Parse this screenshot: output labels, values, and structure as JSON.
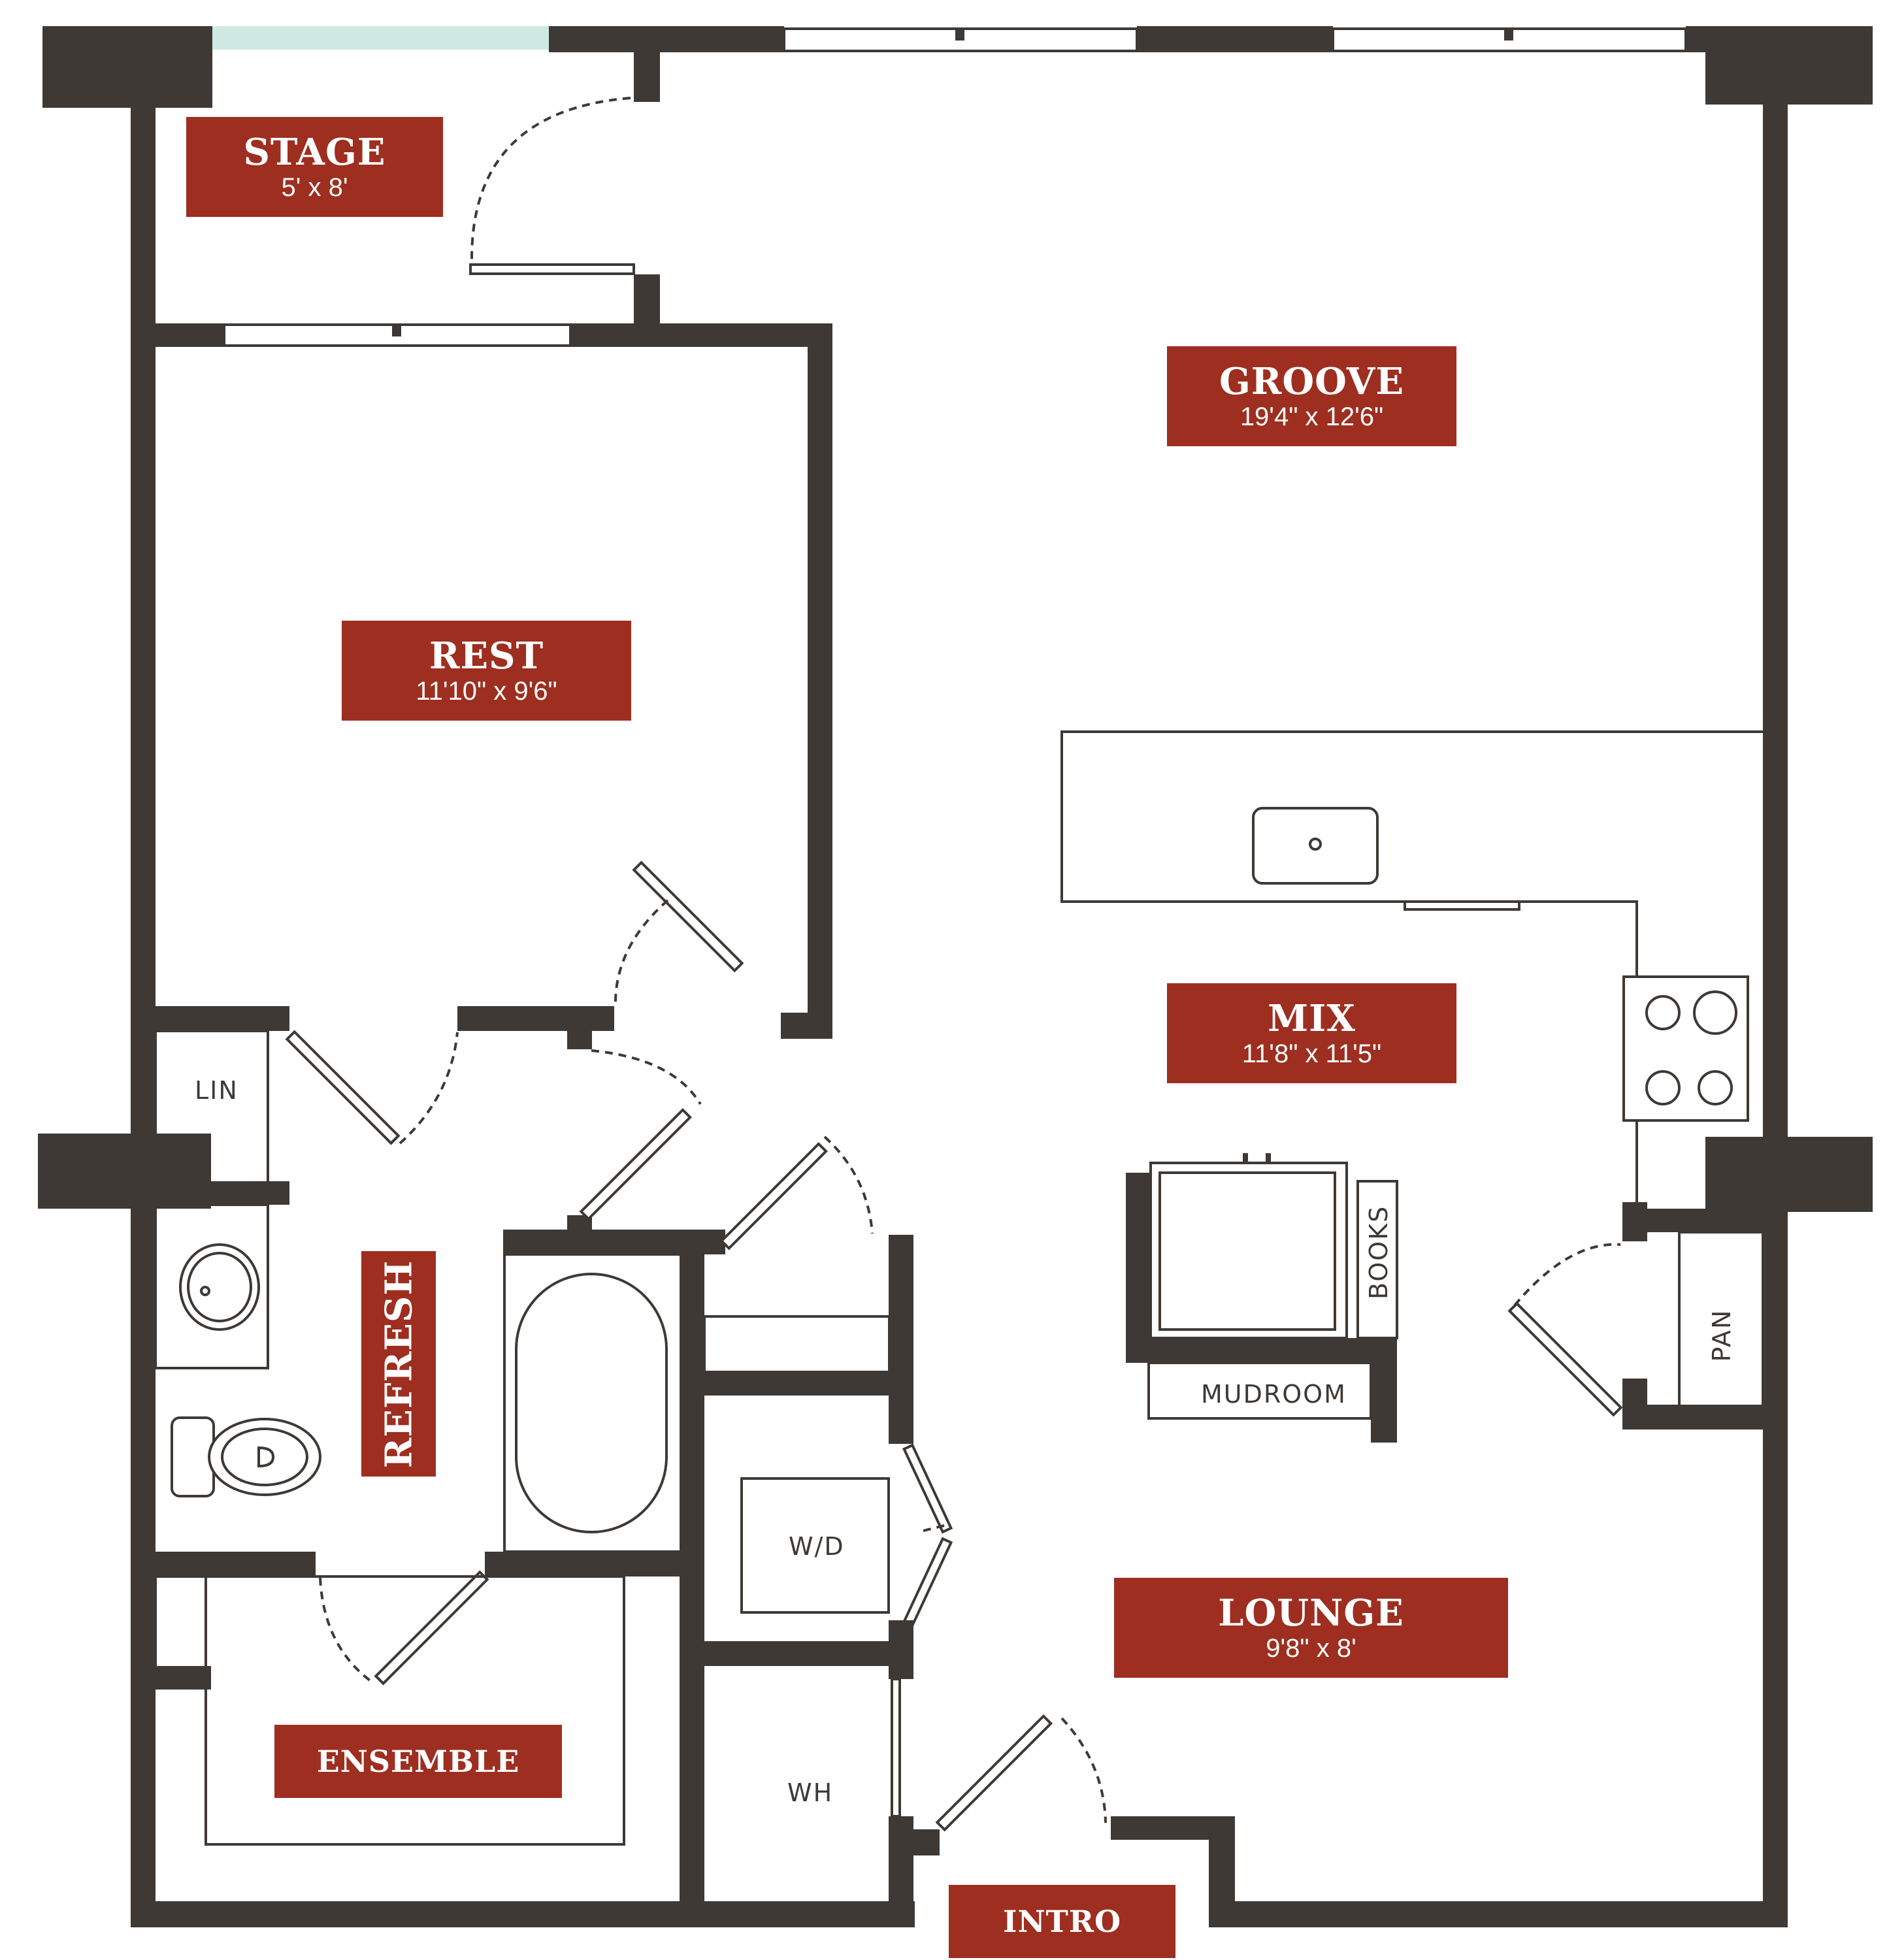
{
  "rooms": {
    "stage": {
      "name": "STAGE",
      "dims": "5' x 8'"
    },
    "groove": {
      "name": "GROOVE",
      "dims": "19'4\" x 12'6\""
    },
    "rest": {
      "name": "REST",
      "dims": "11'10\" x 9'6\""
    },
    "mix": {
      "name": "MIX",
      "dims": "11'8\" x 11'5\""
    },
    "lounge": {
      "name": "LOUNGE",
      "dims": "9'8\" x 8'"
    },
    "refresh": {
      "name": "REFRESH"
    },
    "ensemble": {
      "name": "ENSEMBLE"
    },
    "intro": {
      "name": "INTRO"
    }
  },
  "fixtures": {
    "lin": "LIN",
    "books": "BOOKS",
    "pan": "PAN",
    "mudroom": "MUDROOM",
    "wd": "W/D",
    "wh": "WH"
  },
  "colors": {
    "label_bg": "#9e2e20",
    "wall": "#3e3935",
    "balcony_glass": "#cfe9e2"
  }
}
